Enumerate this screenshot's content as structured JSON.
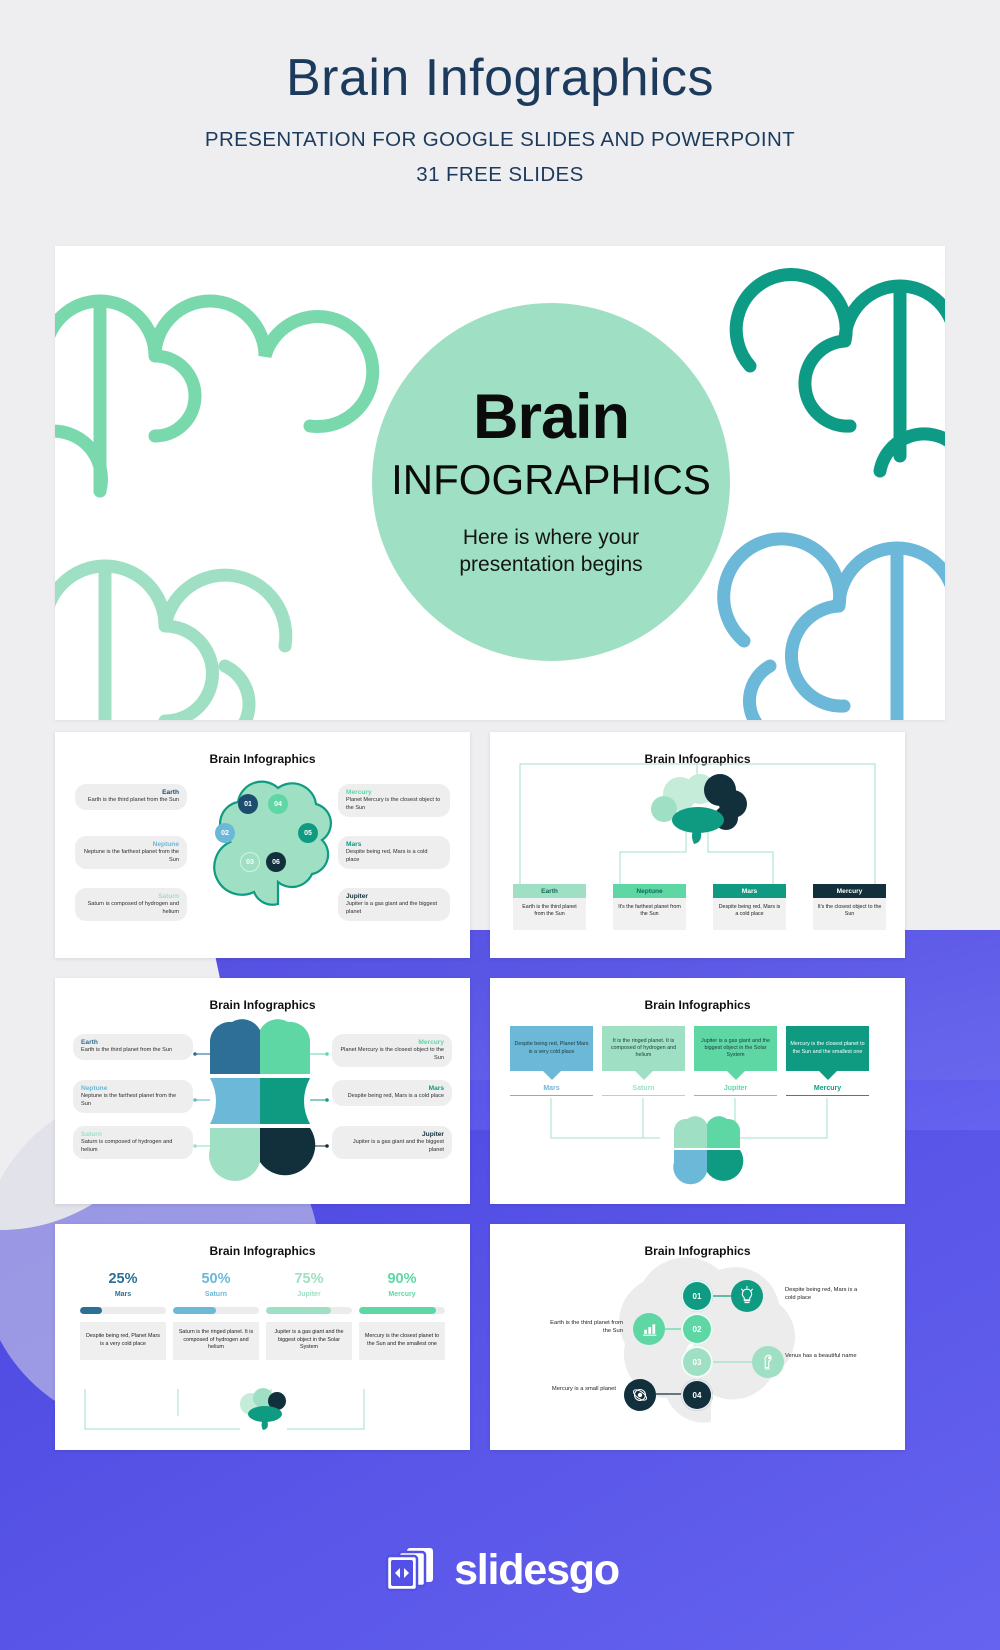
{
  "header": {
    "title": "Brain Infographics",
    "subtitle1": "PRESENTATION FOR GOOGLE SLIDES AND POWERPOINT",
    "subtitle2": "31 FREE SLIDES"
  },
  "hero": {
    "title": "Brain",
    "subtitle": "INFOGRAPHICS",
    "tagline_line1": "Here is where your",
    "tagline_line2": "presentation begins"
  },
  "slide_title": "Brain Infographics",
  "slide1": {
    "items": [
      {
        "number": "01",
        "name": "Earth",
        "text": "Earth is the third planet from the Sun",
        "color": "#1d4d6e",
        "side": "left"
      },
      {
        "number": "02",
        "name": "Neptune",
        "text": "Neptune is the farthest planet from the Sun",
        "color": "#6cb8d8",
        "side": "left"
      },
      {
        "number": "03",
        "name": "Saturn",
        "text": "Saturn is composed of hydrogen and helium",
        "color": "#9fe0c4",
        "side": "left"
      },
      {
        "number": "04",
        "name": "Mercury",
        "text": "Planet Mercury is the closest object to the Sun",
        "color": "#5fd7a5",
        "side": "right"
      },
      {
        "number": "05",
        "name": "Mars",
        "text": "Despite being red, Mars is a cold place",
        "color": "#0f9b82",
        "side": "right"
      },
      {
        "number": "06",
        "name": "Jupiter",
        "text": "Jupiter is a gas giant and the biggest planet",
        "color": "#12303c",
        "side": "right"
      }
    ]
  },
  "slide2": {
    "cards": [
      {
        "name": "Earth",
        "text": "Earth is the third planet from the Sun",
        "color": "#9fe0c4"
      },
      {
        "name": "Neptune",
        "text": "It's the farthest planet from the Sun",
        "color": "#5fd7a5"
      },
      {
        "name": "Mars",
        "text": "Despite being red, Mars is a cold place",
        "color": "#0f9b82"
      },
      {
        "name": "Mercury",
        "text": "It's the closest object to the Sun",
        "color": "#12303c"
      }
    ]
  },
  "slide3": {
    "items": [
      {
        "name": "Earth",
        "text": "Earth is the third planet from the Sun",
        "color": "#2d6f96",
        "side": "left"
      },
      {
        "name": "Neptune",
        "text": "Neptune is the farthest planet from the Sun",
        "color": "#6cb8d8",
        "side": "left"
      },
      {
        "name": "Saturn",
        "text": "Saturn is composed of hydrogen and helium",
        "color": "#9fe0c4",
        "side": "left"
      },
      {
        "name": "Mercury",
        "text": "Planet Mercury is the closest object to the Sun",
        "color": "#5fd7a5",
        "side": "right"
      },
      {
        "name": "Mars",
        "text": "Despite being red, Mars is a cold place",
        "color": "#0f9b82",
        "side": "right"
      },
      {
        "name": "Jupiter",
        "text": "Jupiter is a gas giant and the biggest planet",
        "color": "#12303c",
        "side": "right"
      }
    ]
  },
  "slide4": {
    "items": [
      {
        "label": "Mars",
        "text": "Despite being red, Planet Mars is a very cold place",
        "color": "#6cb8d8"
      },
      {
        "label": "Saturn",
        "text": "It is the ringed planet. It is composed of hydrogen and helium",
        "color": "#9fe0c4"
      },
      {
        "label": "Jupiter",
        "text": "Jupiter is a gas giant and the biggest object in the Solar System",
        "color": "#5fd7a5"
      },
      {
        "label": "Mercury",
        "text": "Mercury is the closest planet to the Sun and the smallest one",
        "color": "#0f9b82"
      }
    ]
  },
  "slide5": {
    "items": [
      {
        "percent": "25%",
        "name": "Mars",
        "value": 25,
        "text": "Despite being red, Planet Mars is a very cold place",
        "color": "#2d6f96"
      },
      {
        "percent": "50%",
        "name": "Saturn",
        "value": 50,
        "text": "Saturn is the ringed planet. It is composed of hydrogen and helium",
        "color": "#6cb8d8"
      },
      {
        "percent": "75%",
        "name": "Jupiter",
        "value": 75,
        "text": "Jupiter is a gas giant and the biggest object in the Solar System",
        "color": "#9fe0c4"
      },
      {
        "percent": "90%",
        "name": "Mercury",
        "value": 90,
        "text": "Mercury is the closest planet to the Sun and the smallest one",
        "color": "#5fd7a5"
      }
    ]
  },
  "slide6": {
    "items": [
      {
        "number": "01",
        "icon": "lightbulb-icon",
        "text": "Despite being red, Mars is a cold place",
        "color": "#0f9b82",
        "side": "right"
      },
      {
        "number": "02",
        "icon": "bar-chart-icon",
        "text": "Earth is the third planet from the Sun",
        "color": "#5fd7a5",
        "side": "left"
      },
      {
        "number": "03",
        "icon": "rocket-icon",
        "text": "Venus has a beautiful name",
        "color": "#9fe0c4",
        "side": "right"
      },
      {
        "number": "04",
        "icon": "atom-icon",
        "text": "Mercury is a small planet",
        "color": "#12303c",
        "side": "left"
      }
    ]
  },
  "footer": {
    "brand": "slidesgo",
    "logo_icon": "slides-stack-icon"
  },
  "colors": {
    "page_background": "#eeeef0",
    "accent_blue": "#5250e6",
    "navy_text": "#1b3a5c",
    "mint": "#9fe0c4",
    "green": "#5fd7a5",
    "teal": "#0f9b82",
    "dark_teal": "#12303c",
    "sky": "#6cb8d8",
    "steel": "#2d6f96"
  }
}
